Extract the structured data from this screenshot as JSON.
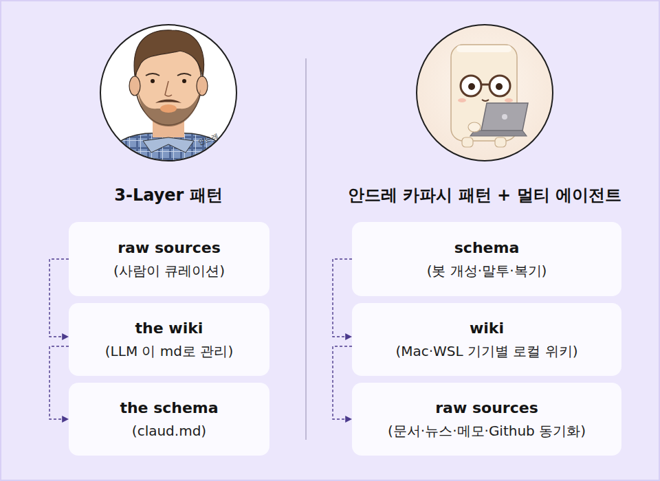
{
  "diagram": {
    "nodes": [
      {
        "text": [
          "raw sources",
          "(사람이 큐레이션)"
        ]
      },
      {
        "text": [
          "the wiki",
          "(LLM 이 md로 관리)"
        ]
      },
      {
        "text": [
          "the schema",
          "(claud.md)"
        ]
      },
      {
        "text": [
          "schema",
          "(봇 개성·말투·복기)"
        ]
      },
      {
        "text": [
          "wiki",
          "(Mac·WSL 기기별 로컬 위키)"
        ]
      },
      {
        "text": [
          "raw sources",
          "(문서·뉴스·메모·Github 동기화)"
        ]
      }
    ],
    "edges": [
      {
        "from": 0,
        "to": 1,
        "arrow": "to"
      },
      {
        "from": 1,
        "to": 2,
        "arrow": "to"
      },
      {
        "from": 3,
        "to": 4,
        "arrow": "to"
      },
      {
        "from": 4,
        "to": 5,
        "arrow": "to"
      }
    ],
    "labels": [
      "3-Layer 패턴",
      "안드레 카파시 패턴 + 멀티 에이전트",
      "안드레"
    ]
  }
}
